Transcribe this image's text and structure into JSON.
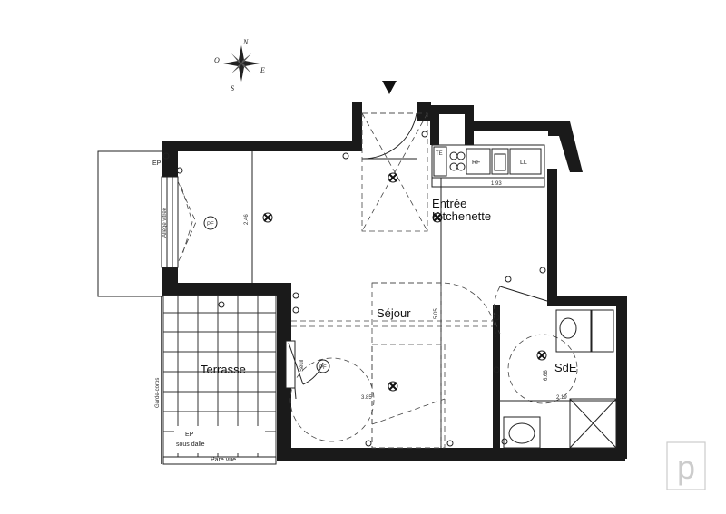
{
  "rooms": {
    "entree_kitchenette_line1": "Entrée",
    "entree_kitchenette_line2": "Kitchenette",
    "sejour": "Séjour",
    "terrasse": "Terrasse",
    "sde": "SdE"
  },
  "compass": {
    "north": "N",
    "south": "S",
    "east": "E",
    "west": "O"
  },
  "dimensions": {
    "kitchen_width": "1.93",
    "left_height": "2.46",
    "sejour_height": "5.05",
    "sejour_width": "3.85",
    "sde_height": "6.66",
    "sde_width": "2.19"
  },
  "fixtures": {
    "refrigerator": "RF",
    "washing_machine": "LL",
    "tec": "TE",
    "allege_vitree": "Allège vitrée",
    "seuil": "Seuil"
  },
  "labels": {
    "ep_top": "EP",
    "ep_bottom": "EP",
    "sous_dalle": "sous dalle",
    "garde_corps": "Garde-corps",
    "pare_vue": "Pare vue",
    "pf_left": "PF",
    "pf_right": "PF"
  },
  "logo": {
    "letter": "p",
    "color": "#cccccc"
  },
  "colors": {
    "walls": "#1a1a1a",
    "lines": "#222222"
  }
}
